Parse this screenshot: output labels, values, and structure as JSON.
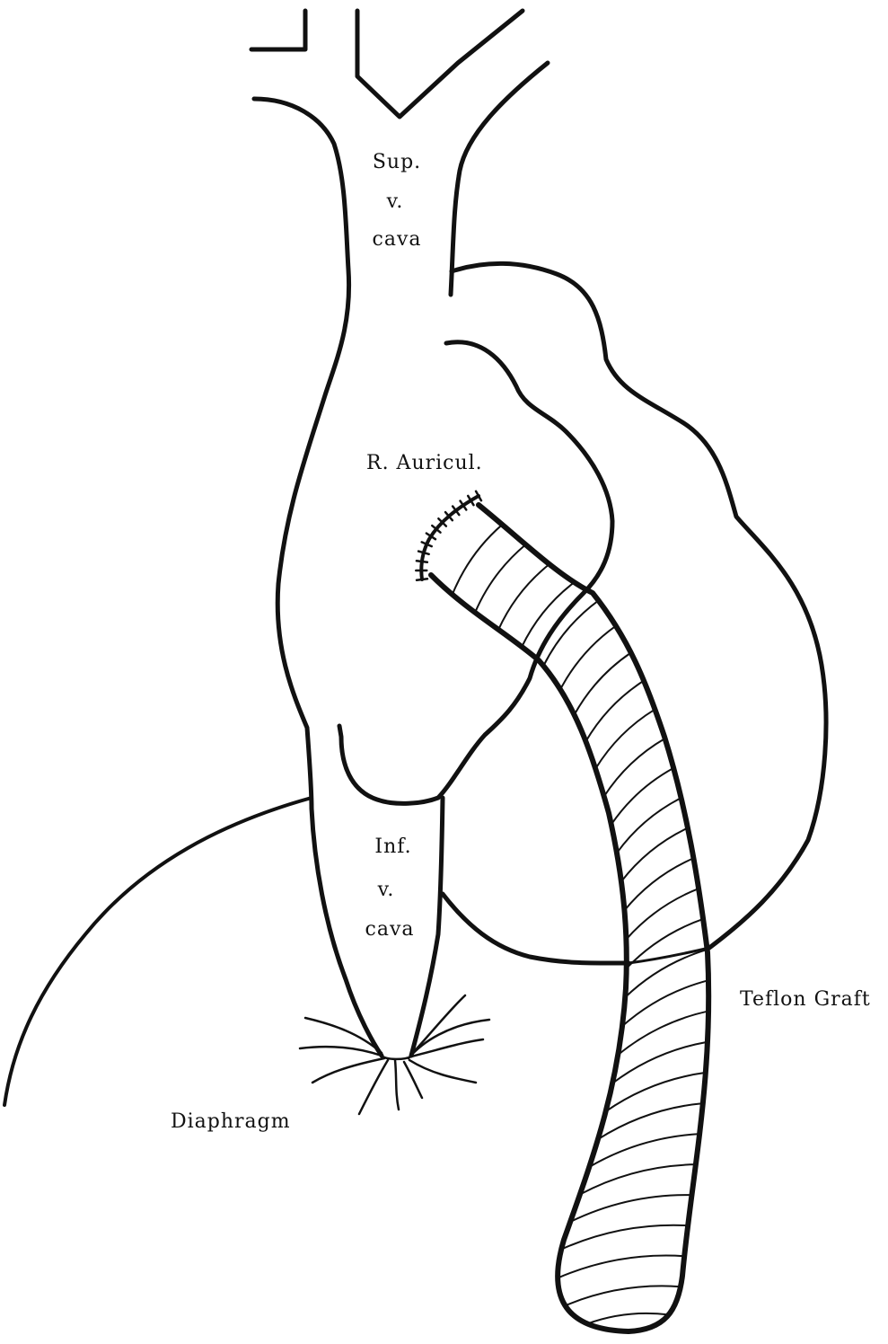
{
  "labels": {
    "sup_v_cava": {
      "line1": "Sup.",
      "line2": "v.",
      "line3": "cava"
    },
    "r_auricul": "R. Auricul.",
    "inf_v_cava": {
      "line1": "Inf.",
      "line2": "v.",
      "line3": "cava"
    },
    "teflon_graft": "Teflon Graft",
    "diaphragm": "Diaphragm"
  },
  "colors": {
    "ink": "#111111",
    "background": "#ffffff"
  }
}
